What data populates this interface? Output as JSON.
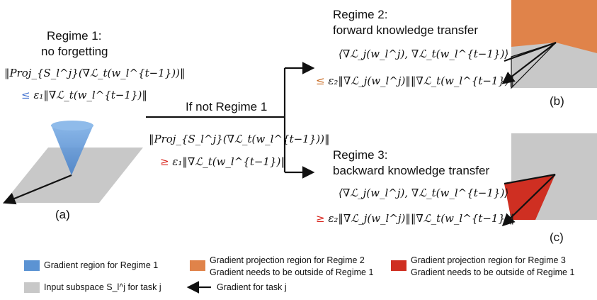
{
  "regime1": {
    "title": "Regime 1:",
    "subtitle": "no forgetting",
    "eq_line1": "‖Proj_{S_l^j}(∇ℒ_t(w_l^{t−1}))‖",
    "eq_line2_op": "≤",
    "eq_line2_rest": "ε₁‖∇ℒ_t(w_l^{t−1})‖"
  },
  "branch": {
    "label": "If not Regime 1",
    "eq_line1": "‖Proj_{S_l^j}(∇ℒ_t(w_l^{t−1}))‖",
    "eq_line2_op": "≥",
    "eq_line2_rest": "ε₁‖∇ℒ_t(w_l^{t−1})‖"
  },
  "regime2": {
    "title": "Regime 2:",
    "subtitle": "forward knowledge transfer",
    "eq_line1": "⟨∇ℒ_j(w_l^j), ∇ℒ_t(w_l^{t−1})⟩",
    "eq_line2_op": "≤",
    "eq_line2_rest": "ε₂‖∇ℒ_j(w_l^j)‖‖∇ℒ_t(w_l^{t−1})‖"
  },
  "regime3": {
    "title": "Regime 3:",
    "subtitle": "backward knowledge transfer",
    "eq_line1": "⟨∇ℒ_j(w_l^j), ∇ℒ_t(w_l^{t−1})⟩",
    "eq_line2_op": "≥",
    "eq_line2_rest": "ε₂‖∇ℒ_j(w_l^j)‖‖∇ℒ_t(w_l^{t−1})‖"
  },
  "panels": {
    "a": "(a)",
    "b": "(b)",
    "c": "(c)"
  },
  "legend": {
    "regime1_region": "Gradient region for Regime 1",
    "regime2_line1": "Gradient projection region for Regime 2",
    "regime2_line2": "Gradient needs to be outside of Regime 1",
    "regime3_line1": "Gradient projection region for Regime 3",
    "regime3_line2": "Gradient needs to be outside of Regime 1",
    "subspace": "Input subspace S_l^j for task j",
    "gradient": "Gradient for task j"
  },
  "colors": {
    "cone_blue": "#5b93d3",
    "plane_grey": "#c8c8c8",
    "orange": "#e0834a",
    "red": "#cf2f22",
    "op_blue": "#3f6fcf",
    "op_orange": "#c7671d",
    "op_red": "#d8221a"
  }
}
